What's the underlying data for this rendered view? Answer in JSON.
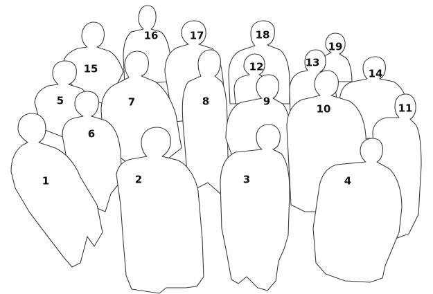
{
  "figure_labels": [
    "1",
    "2",
    "3",
    "4",
    "5",
    "6",
    "7",
    "8",
    "9",
    "10",
    "11",
    "12",
    "13",
    "14",
    "15",
    "16",
    "17",
    "18",
    "19"
  ],
  "colors": {
    "outline": "#3a3a3a",
    "background": "#ffffff",
    "text": "#111111"
  }
}
